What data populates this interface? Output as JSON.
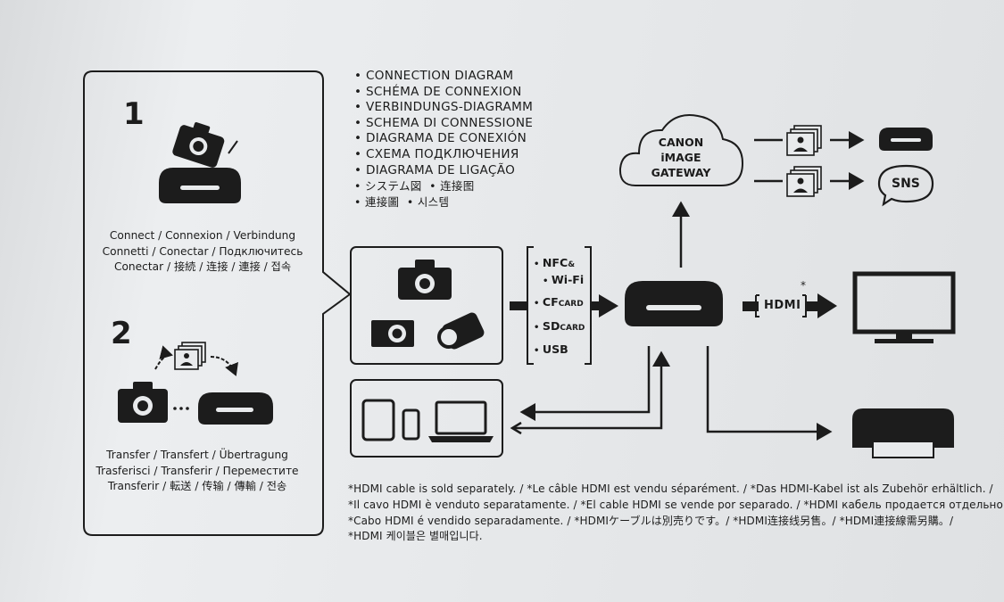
{
  "step1": {
    "number": "1",
    "caption": [
      "Connect / Connexion / Verbindung",
      "Connetti / Conectar / Подключитесь",
      "Conectar / 接続 / 连接 / 連接 / 접속"
    ]
  },
  "step2": {
    "number": "2",
    "caption": [
      "Transfer / Transfert / Übertragung",
      "Trasferisci / Transferir / Переместите",
      "Transferir / 転送 / 传输 / 傳輸 / 전송"
    ]
  },
  "connection_titles": [
    "CONNECTION DIAGRAM",
    "SCHÉMA DE CONNEXION",
    "VERBINDUNGS-DIAGRAMM",
    "SCHEMA DI CONNESSIONE",
    "DIAGRAMA DE CONEXIÓN",
    "СХЕМА ПОДКЛЮЧЕНИЯ",
    "DIAGRAMA DE LIGAÇÃO"
  ],
  "connection_titles_cjk": [
    [
      "システム図",
      "连接图"
    ],
    [
      "連接圖",
      "시스템"
    ]
  ],
  "cloud": {
    "line1": "CANON",
    "line2": "iMAGE",
    "line3": "GATEWAY"
  },
  "sources": {
    "nfc": "NFC",
    "nfc_amp": "&",
    "wifi": "Wi-Fi",
    "cf": "CF",
    "cf_card": "CARD",
    "sd": "SD",
    "sd_card": "CARD",
    "usb": "USB"
  },
  "hdmi": {
    "label": "HDMI",
    "asterisk": "*"
  },
  "sns": "SNS",
  "note_lines": [
    "*HDMI cable is sold separately. / *Le câble HDMI est vendu séparément. / *Das HDMI-Kabel ist als Zubehör erhältlich. /",
    "*Il cavo HDMI è venduto separatamente. / *El cable HDMI se vende por separado. / *HDMI кабель продается отдельно. /",
    "*Cabo HDMI é vendido separadamente. / *HDMIケーブルは別売りです。/ *HDMI连接线另售。/ *HDMI連接線需另購。/",
    "*HDMI 케이블은 별매입니다."
  ]
}
